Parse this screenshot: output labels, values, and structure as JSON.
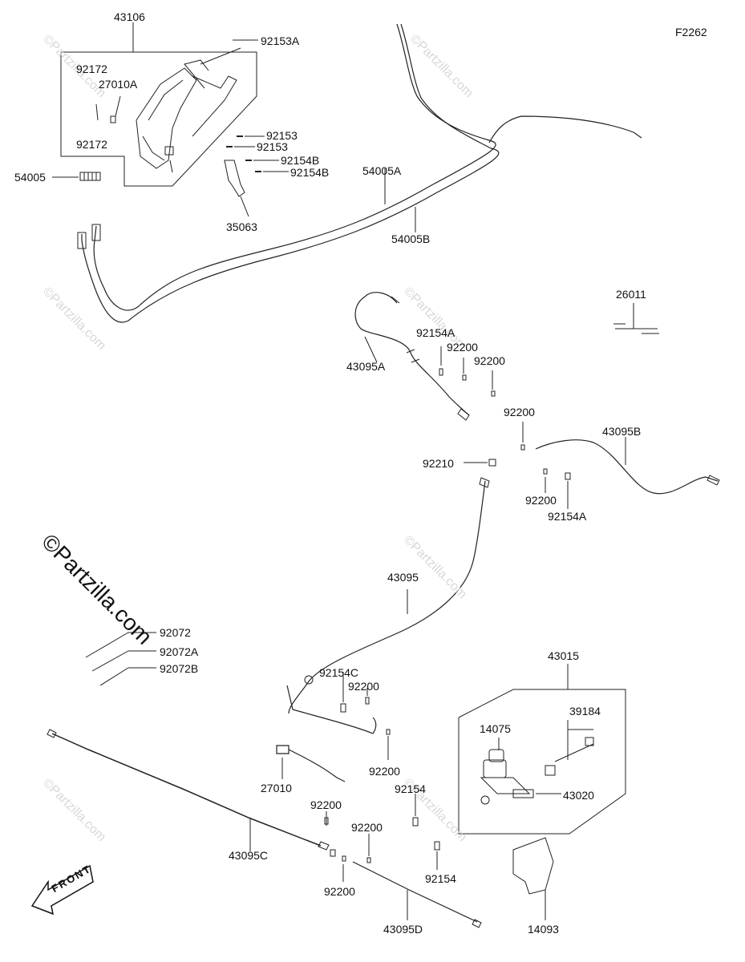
{
  "figure_id": "F2262",
  "watermark": "©Partzilla.com",
  "front_label": "FRONT",
  "labels": {
    "p43106": "43106",
    "p92153A": "92153A",
    "p92172_top": "92172",
    "p27010A": "27010A",
    "p92172_bottom": "92172",
    "p54005": "54005",
    "p92153_a": "92153",
    "p92153_b": "92153",
    "p92154B_a": "92154B",
    "p92154B_b": "92154B",
    "p35063": "35063",
    "p54005A": "54005A",
    "p54005B": "54005B",
    "p26011": "26011",
    "p92154A_top": "92154A",
    "p92200_1": "92200",
    "p92200_2": "92200",
    "p43095A": "43095A",
    "p92200_3": "92200",
    "p43095B": "43095B",
    "p92210": "92210",
    "p92200_4": "92200",
    "p92154A_bottom": "92154A",
    "p43095": "43095",
    "p92072": "92072",
    "p92072A": "92072A",
    "p92072B": "92072B",
    "p43015": "43015",
    "p92154C": "92154C",
    "p92200_5": "92200",
    "p39184": "39184",
    "p14075": "14075",
    "p92200_6": "92200",
    "p27010": "27010",
    "p43020": "43020",
    "p92154_a": "92154",
    "p92200_7": "92200",
    "p92200_8": "92200",
    "p43095C": "43095C",
    "p92200_9": "92200",
    "p92154_b": "92154",
    "p14093": "14093",
    "p43095D": "43095D"
  }
}
